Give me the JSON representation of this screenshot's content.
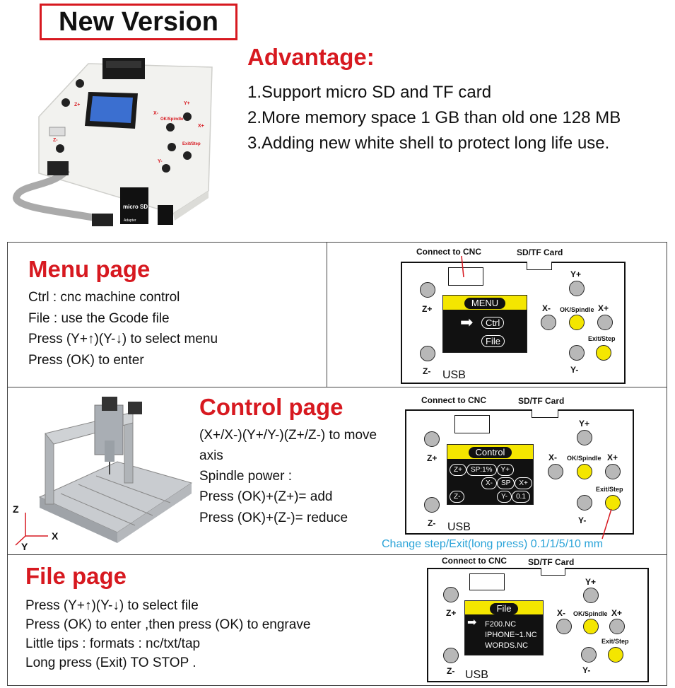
{
  "header": {
    "badge": "New Version",
    "advantage_title": "Advantage:",
    "advantages": [
      "1.Support micro SD and TF card",
      "2.More memory space 1 GB than old one 128 MB",
      "3.Adding new white shell to protect long life use."
    ],
    "product": {
      "labels": [
        "Z+",
        "Z-",
        "X-",
        "Y+",
        "OK/Spindle",
        "X+",
        "Y-",
        "Exit/Step"
      ],
      "card_text": "micro SD",
      "adapter_text": "Adapter"
    }
  },
  "menu": {
    "title": "Menu page",
    "lines": [
      "Ctrl : cnc machine control",
      "File : use the Gcode file",
      "Press (Y+↑)(Y-↓) to select menu",
      "Press (OK) to enter"
    ],
    "board": {
      "connect": "Connect to CNC",
      "sdtf": "SD/TF Card",
      "zplus": "Z+",
      "zminus": "Z-",
      "xminus": "X-",
      "xplus": "X+",
      "yplus": "Y+",
      "yminus": "Y-",
      "ok": "OK/Spindle",
      "exit": "Exit/Step",
      "usb": "USB",
      "screen_title": "MENU",
      "items": [
        "Ctrl",
        "File"
      ]
    }
  },
  "control": {
    "title": "Control page",
    "lines": [
      "(X+/X-)(Y+/Y-)(Z+/Z-) to move",
      "axis",
      "Spindle power :",
      "Press (OK)+(Z+)= add",
      "Press (OK)+(Z-)= reduce"
    ],
    "axes": {
      "z": "Z",
      "x": "X",
      "y": "Y"
    },
    "board": {
      "connect": "Connect to CNC",
      "sdtf": "SD/TF Card",
      "zplus": "Z+",
      "zminus": "Z-",
      "xminus": "X-",
      "xplus": "X+",
      "yplus": "Y+",
      "yminus": "Y-",
      "ok": "OK/Spindle",
      "exit": "Exit/Step",
      "usb": "USB",
      "screen_title": "Control",
      "row1": [
        "Z+",
        "SP:1%",
        "Y+"
      ],
      "row2": [
        "X-",
        "SP",
        "X+"
      ],
      "row3": [
        "Z-",
        "Y-",
        "0.1"
      ]
    },
    "note": "Change step/Exit(long press) 0.1/1/5/10 mm",
    "note_color": "#2aa3d8"
  },
  "file": {
    "title": "File page",
    "lines": [
      "Press (Y+↑)(Y-↓) to select file",
      "Press (OK) to enter ,then press (OK) to engrave",
      "Little tips : formats : nc/txt/tap",
      "Long press (Exit) TO STOP ."
    ],
    "board": {
      "connect": "Connect to CNC",
      "sdtf": "SD/TF Card",
      "zplus": "Z+",
      "zminus": "Z-",
      "xminus": "X-",
      "xplus": "X+",
      "yplus": "Y+",
      "yminus": "Y-",
      "ok": "OK/Spindle",
      "exit": "Exit/Step",
      "usb": "USB",
      "screen_title": "File",
      "files": [
        "F200.NC",
        "IPHONE~1.NC",
        "WORDS.NC"
      ]
    }
  },
  "colors": {
    "accent": "#d71920",
    "button_yellow": "#f4e600",
    "button_grey": "#b8b8b8",
    "note": "#2aa3d8"
  }
}
